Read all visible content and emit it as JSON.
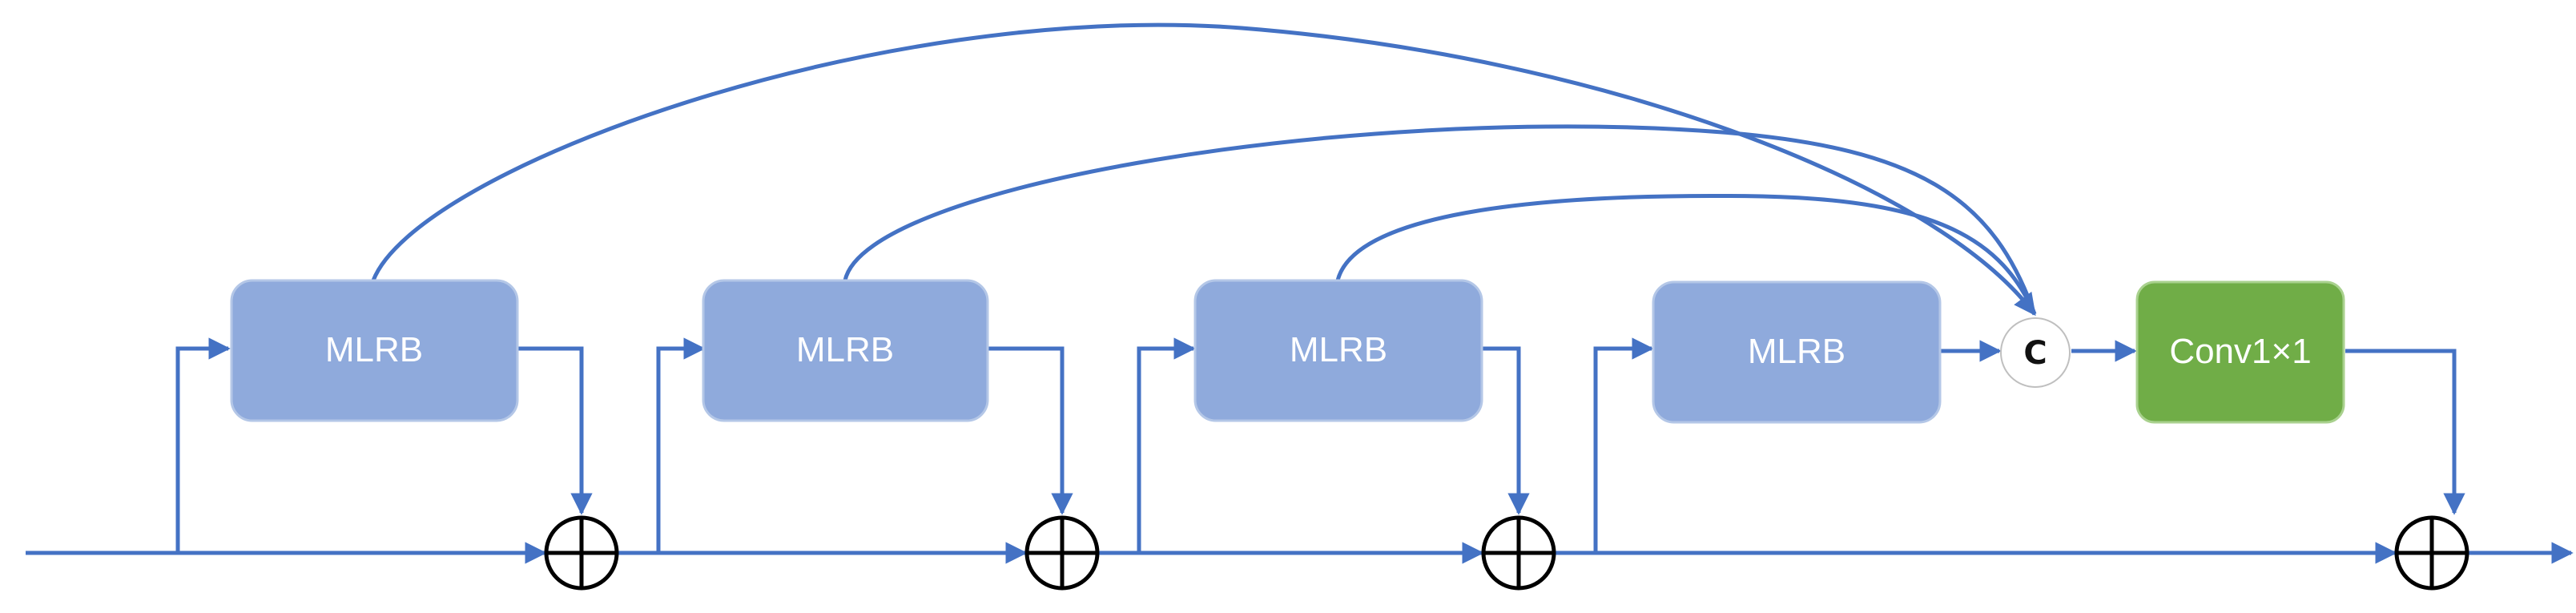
{
  "diagram": {
    "blocks": [
      {
        "label": "MLRB"
      },
      {
        "label": "MLRB"
      },
      {
        "label": "MLRB"
      },
      {
        "label": "MLRB"
      }
    ],
    "concat_label": "C",
    "conv_label": "Conv1×1"
  },
  "colors": {
    "line": "#4472C4",
    "block_fill": "#8FAADC",
    "block_stroke": "#B4C7E7",
    "conv_fill": "#70AD47",
    "conv_stroke": "#A9D18E",
    "adder": "#000000"
  }
}
